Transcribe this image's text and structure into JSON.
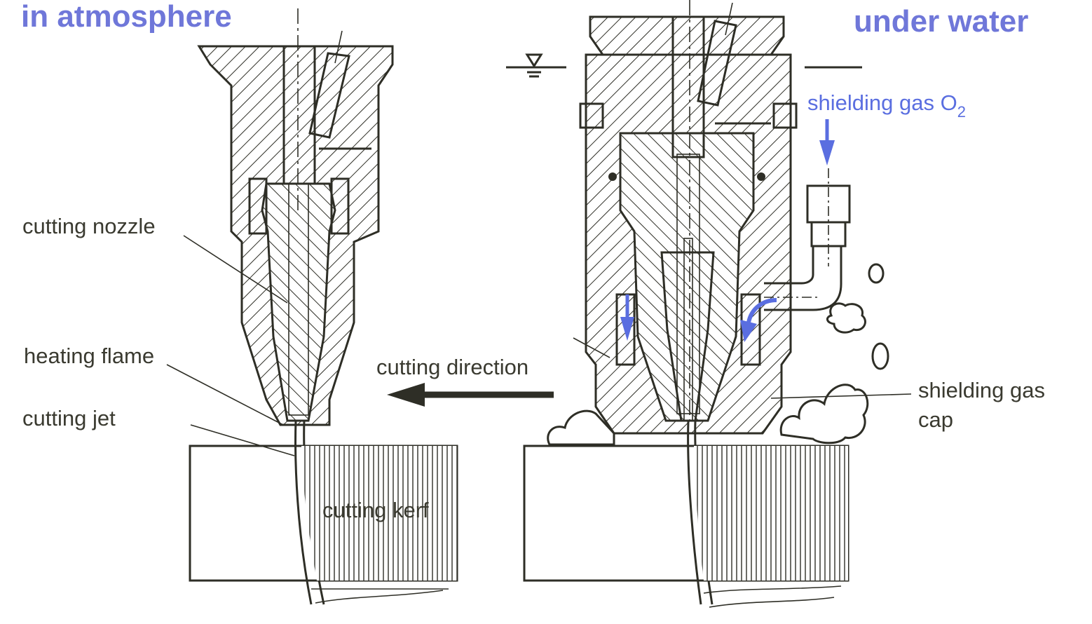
{
  "titles": {
    "left": "in atmosphere",
    "right": "under water"
  },
  "labels": {
    "cutting_nozzle": "cutting nozzle",
    "heating_flame": "heating flame",
    "cutting_jet": "cutting jet",
    "cutting_direction": "cutting direction",
    "cutting_kerf": "cutting kerf",
    "shielding_gas_o2": "shielding gas O",
    "shielding_gas_o2_subscript": "2",
    "shielding_gas_cap_line1": "shielding gas",
    "shielding_gas_cap_line2": "cap"
  },
  "colors": {
    "title": "#6f77d9",
    "label": "#3a3a30",
    "arrow_blue": "#5a6ee0",
    "line": "#2e2e26"
  }
}
